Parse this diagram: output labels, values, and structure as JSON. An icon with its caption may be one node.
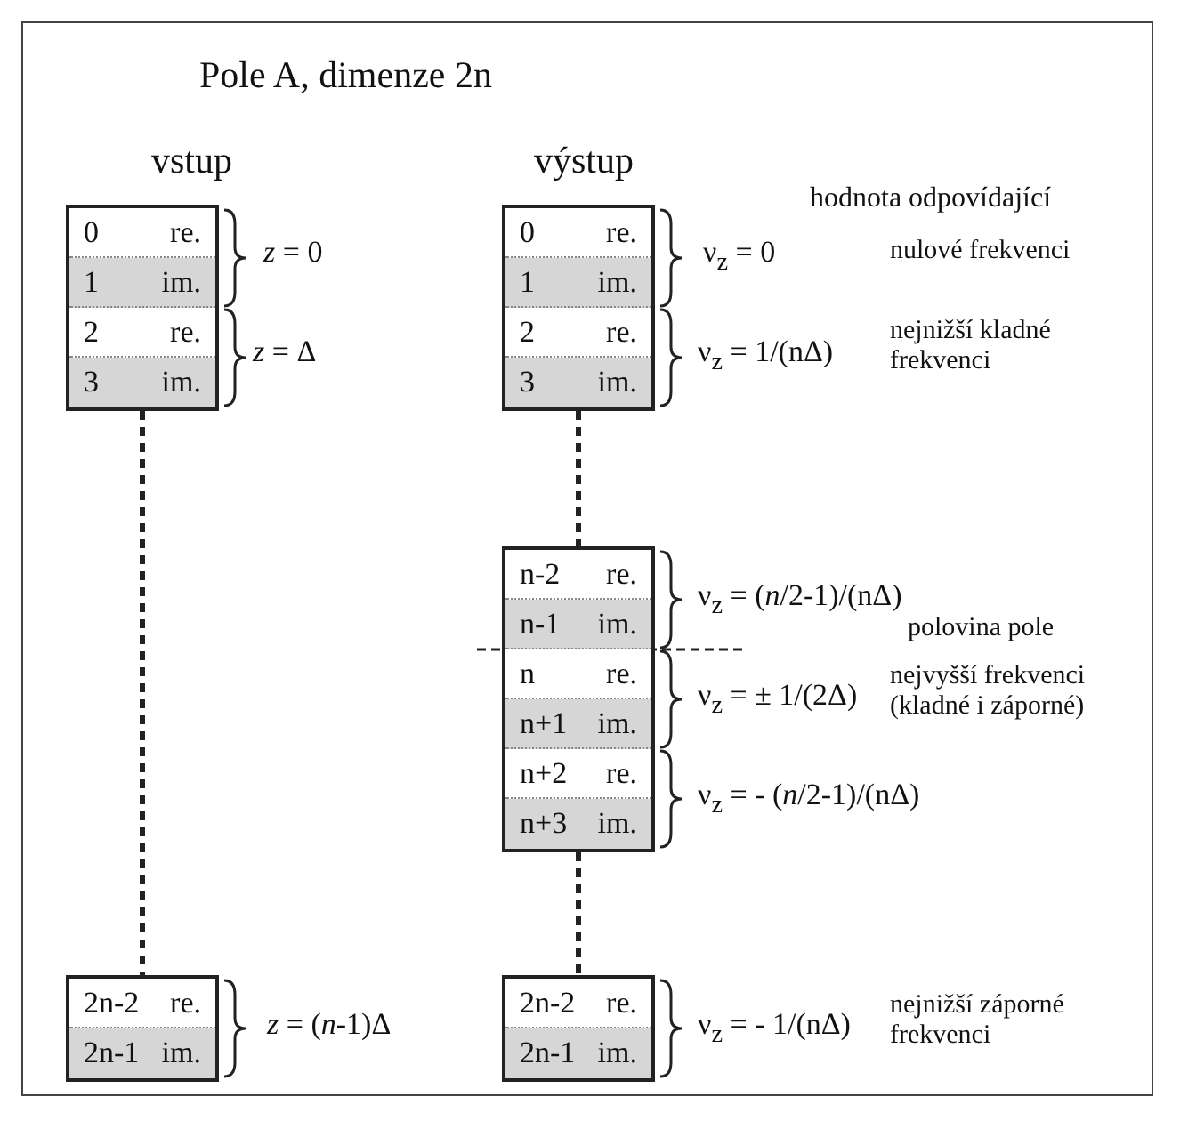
{
  "diagram": {
    "title": "Pole A, dimenze 2n",
    "nodes": [
      {
        "text": [],
        "shape": "box"
      },
      {
        "text": [
          "0",
          "re."
        ],
        "in": 0
      },
      {
        "text": [
          "1",
          "im."
        ],
        "in": 0
      },
      {
        "text": [
          "2",
          "re."
        ],
        "in": 0
      },
      {
        "text": [
          "3",
          "im."
        ],
        "in": 0
      },
      {
        "text": [],
        "shape": "box"
      },
      {
        "text": [
          "2n-2",
          "re."
        ],
        "in": 5
      },
      {
        "text": [
          "2n-1",
          "im."
        ],
        "in": 5
      },
      {
        "text": [],
        "shape": "box"
      },
      {
        "text": [
          "0",
          "re."
        ],
        "in": 8
      },
      {
        "text": [
          "1",
          "im."
        ],
        "in": 8
      },
      {
        "text": [
          "2",
          "re."
        ],
        "in": 8
      },
      {
        "text": [
          "3",
          "im."
        ],
        "in": 8
      },
      {
        "text": [],
        "shape": "box"
      },
      {
        "text": [
          "n-2",
          "re."
        ],
        "in": 13
      },
      {
        "text": [
          "n-1",
          "im."
        ],
        "in": 13
      },
      {
        "text": [
          "n",
          "re."
        ],
        "in": 13
      },
      {
        "text": [
          "n+1",
          "im."
        ],
        "in": 13
      },
      {
        "text": [
          "n+2",
          "re."
        ],
        "in": 13
      },
      {
        "text": [
          "n+3",
          "im."
        ],
        "in": 13
      },
      {
        "text": [],
        "shape": "box"
      },
      {
        "text": [
          "2n-2",
          "re."
        ],
        "in": 20
      },
      {
        "text": [
          "2n-1",
          "im."
        ],
        "in": 20
      }
    ],
    "edges": [
      {
        "from": 0,
        "to": 5,
        "arrow": "none",
        "style": "dashed"
      },
      {
        "from": 8,
        "to": 13,
        "arrow": "none",
        "style": "dashed"
      },
      {
        "from": 13,
        "to": 20,
        "arrow": "none",
        "style": "dashed"
      }
    ],
    "labels": [
      "vstup",
      "výstup",
      "hodnota odpovídající",
      "*z* = 0",
      "ν$_{z}$ = 0",
      "nulové frekvenci",
      "*z* = Δ",
      "ν$_{z}$ = 1/(nΔ)",
      "nejnižší kladné frekvenci",
      "ν$_{z}$ = (*n*/2-1)/(nΔ)",
      "polovina pole",
      "ν$_{z}$ = ± 1/(2Δ)",
      "nejvyšší frekvenci (kladné i záporné)",
      "ν$_{z}$ = - (*n*/2-1)/(nΔ)",
      "*z* = (*n*-1)Δ",
      "ν$_{z}$ = - 1/(nΔ)",
      "nejnižší záporné frekvenci"
    ]
  }
}
